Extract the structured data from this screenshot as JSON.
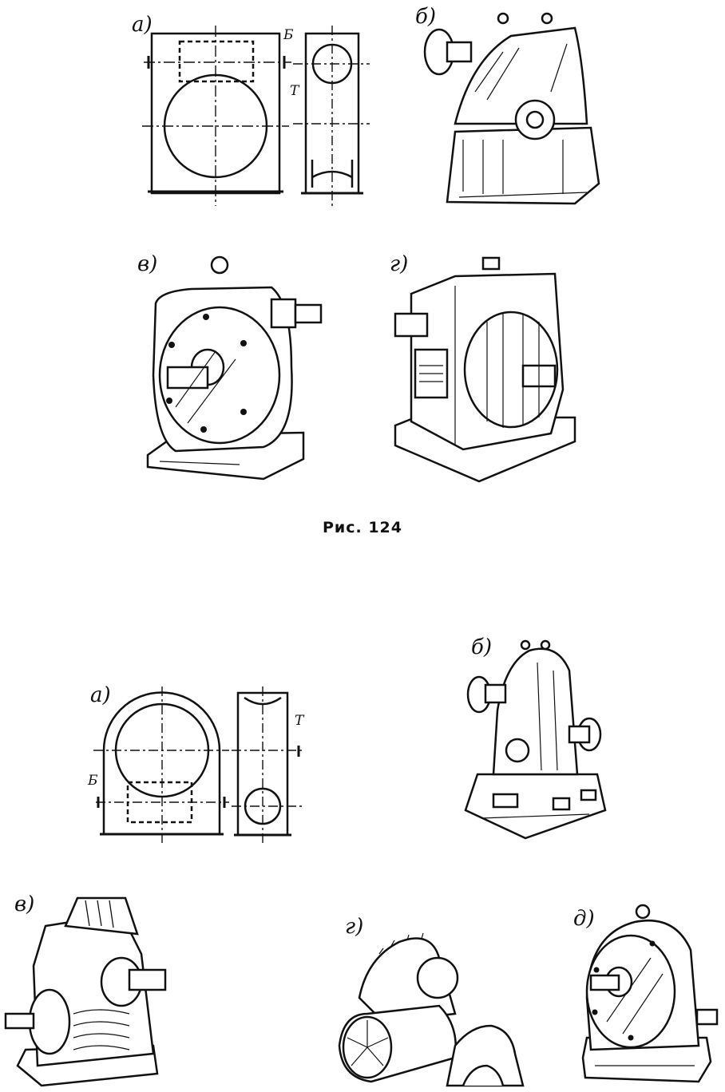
{
  "figure_caption": "Рис. 124",
  "top_figure": {
    "labels": {
      "a": "а)",
      "b": "б)",
      "v": "в)",
      "g": "г)"
    },
    "axis_marks": {
      "b_mark": "Б",
      "t_mark": "Т"
    }
  },
  "bottom_figure": {
    "labels": {
      "a": "а)",
      "b": "б)",
      "v": "в)",
      "g": "г)",
      "d": "д)"
    },
    "axis_marks": {
      "b_mark": "Б",
      "t_mark": "Т"
    }
  }
}
